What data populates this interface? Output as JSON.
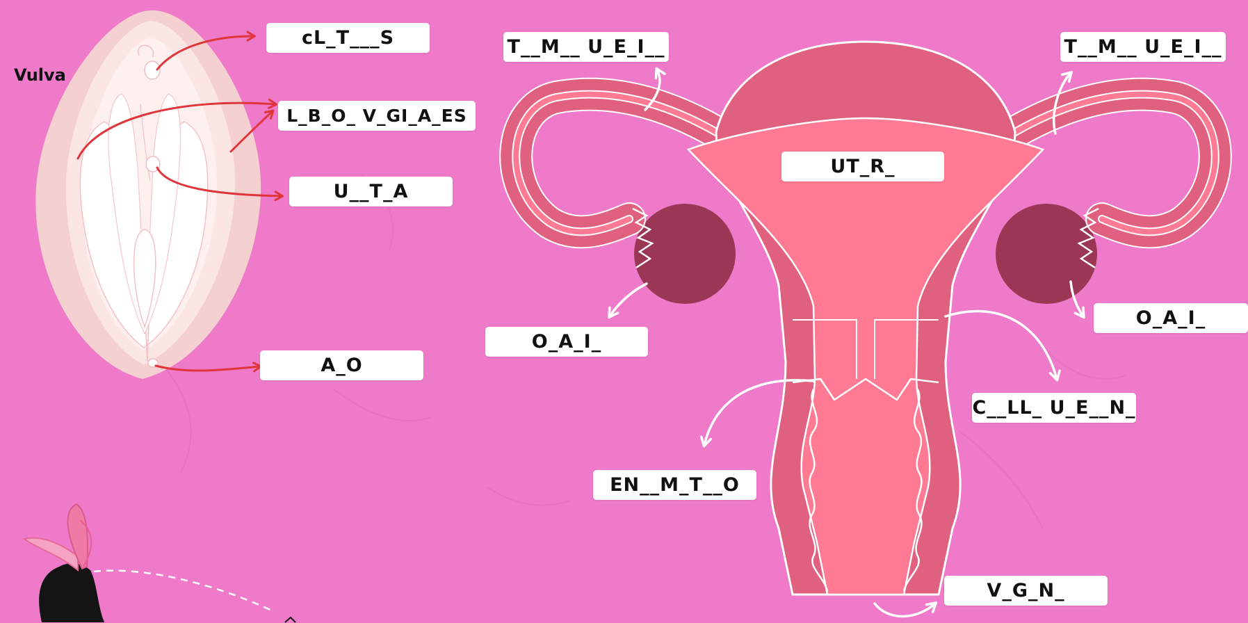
{
  "title": "Vulva",
  "labels": {
    "clitoris": "cL_T___S",
    "labia": "L_B_O_ V_GI_A_ES",
    "urethra": "U__T_A",
    "anus": "A_O",
    "tube_left": "T__M__ U_E_I__",
    "tube_right": "T__M__ U_E_I__",
    "uterus": "UT_R_",
    "ovary_left": "O_A_I_",
    "ovary_right": "O_A_I_",
    "cervix": "C__LL_ U_E__N_",
    "endometrium": "EN__M_T__O",
    "vagina": "V_G_N_"
  },
  "colors": {
    "background": "#ee7ac9",
    "arrow_red": "#e0353a",
    "arrow_white": "#ffffff",
    "uterus_outer": "#e0607f",
    "uterus_inner": "#ff7a92",
    "ovary": "#9b3654",
    "vulva_outer": "#f7d3d3",
    "vulva_inner": "#ffffff"
  }
}
